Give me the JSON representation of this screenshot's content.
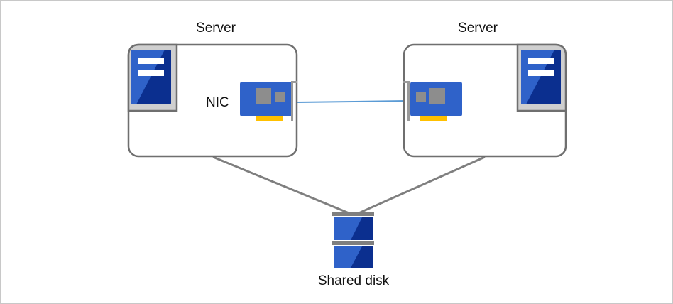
{
  "diagram": {
    "left_server": {
      "label": "Server"
    },
    "right_server": {
      "label": "Server"
    },
    "nic_label": "NIC",
    "shared_disk": {
      "label": "Shared disk"
    }
  },
  "colors": {
    "box_stroke": "#6f6f6f",
    "connector": "#7f7f7f",
    "lan_link": "#5b9bd5",
    "blue_light": "#2f62c9",
    "blue_dark": "#0b2f8f",
    "tower_panel": "#cfcfcf",
    "chip": "#8d8d8d",
    "nic_pins": "#ffc000",
    "bracket": "#9a9a9a"
  },
  "icons": [
    "server-icon",
    "nic-icon",
    "shared-disk-icon"
  ]
}
